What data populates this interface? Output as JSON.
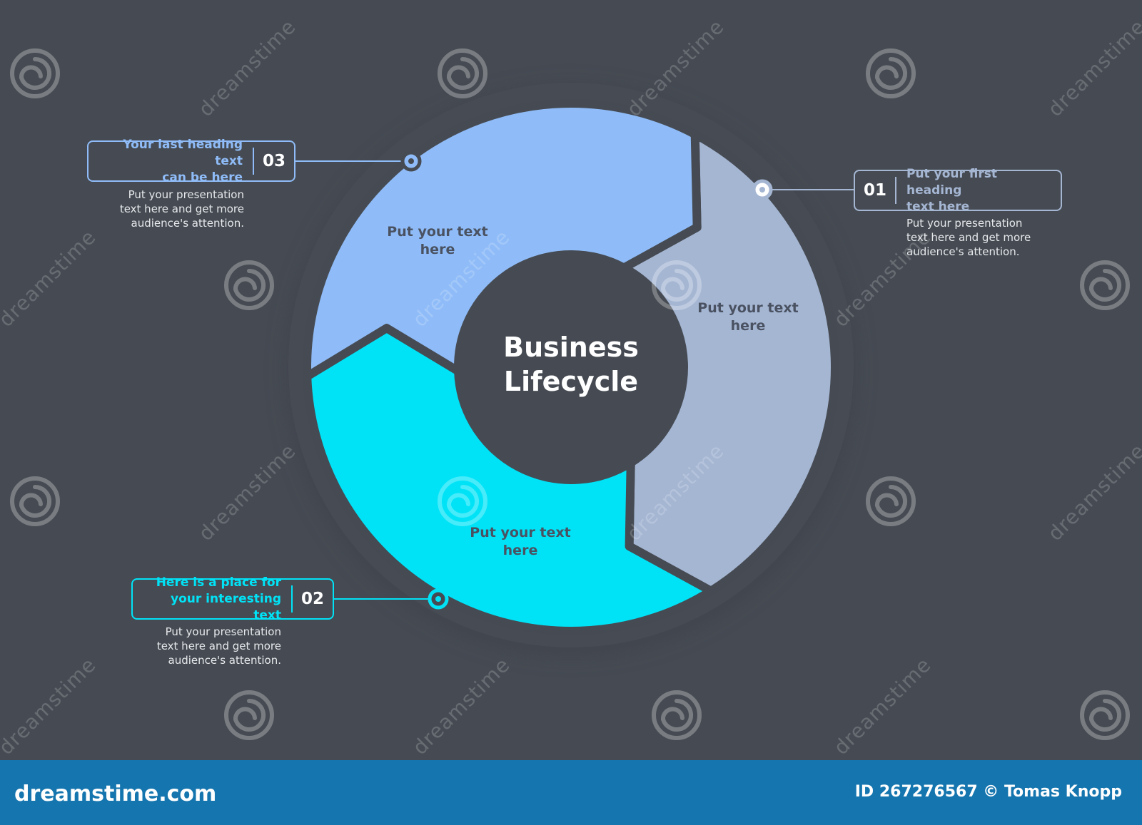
{
  "diagram": {
    "center_title_line1": "Business",
    "center_title_line2": "Lifecycle",
    "segments": [
      {
        "line1": "Put your text",
        "line2": "here",
        "color": "#a5b6d3"
      },
      {
        "line1": "Put your text",
        "line2": "here",
        "color": "#00e3f7"
      },
      {
        "line1": "Put your text",
        "line2": "here",
        "color": "#8fbcf8"
      }
    ]
  },
  "steps": [
    {
      "number": "01",
      "heading_line1": "Put your first heading",
      "heading_line2": "text here",
      "color": "#a5b6d3",
      "desc_line1": "Put your presentation",
      "desc_line2": "text here and get more",
      "desc_line3": "audience's attention."
    },
    {
      "number": "02",
      "heading_line1": "Here is a place for",
      "heading_line2": "your interesting text",
      "color": "#00e3f7",
      "desc_line1": "Put your presentation",
      "desc_line2": "text here and get more",
      "desc_line3": "audience's attention."
    },
    {
      "number": "03",
      "heading_line1": "Your last heading text",
      "heading_line2": "can be here",
      "color": "#8fbcf8",
      "desc_line1": "Put your presentation",
      "desc_line2": "text here and get more",
      "desc_line3": "audience's attention."
    }
  ],
  "watermark": {
    "text": "dreamstime"
  },
  "footer": {
    "site": "dreamstime.com",
    "credit": "ID 267276567 © Tomas Knopp"
  },
  "colors": {
    "background": "#464b53",
    "footer": "#1575ae"
  }
}
